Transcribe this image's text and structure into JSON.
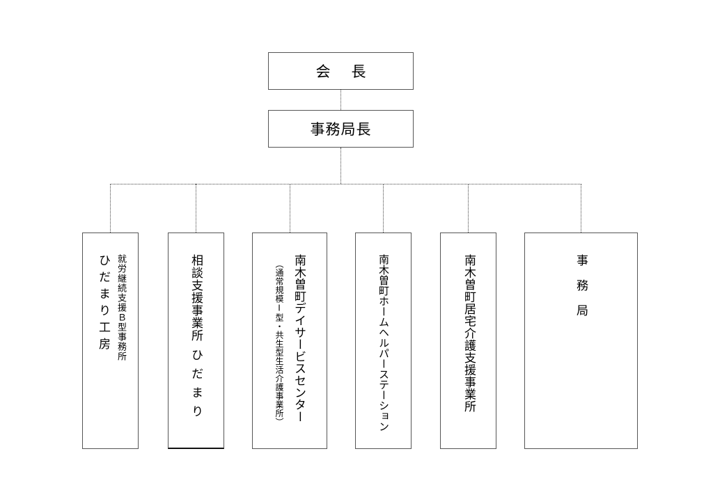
{
  "chairman": "会長",
  "director": "事務局長",
  "units": {
    "hidamari_koubou": {
      "sub": "就労継続支援Ｂ型事務所",
      "main": "ひだまり工房"
    },
    "soudan": {
      "line1": "相談支援事業所",
      "line2": "ひだまり"
    },
    "day_service": {
      "main": "南木曽町デイサービスセンター",
      "sub": "（通常規模Ⅰ型・共生型生活介護事業所）"
    },
    "home_helper": {
      "main": "南木曽町ホームヘルパーステーション"
    },
    "kyotaku": {
      "main": "南木曽町居宅介護支援事業所"
    },
    "jimukyoku": {
      "main": "事務局"
    }
  }
}
